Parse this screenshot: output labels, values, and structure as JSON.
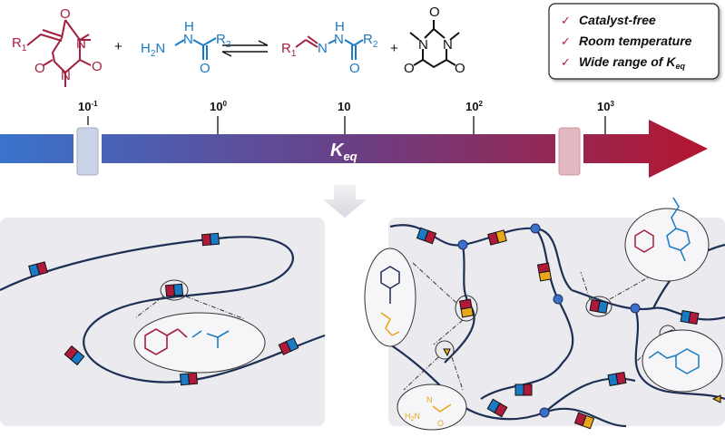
{
  "reaction": {
    "reactant1": {
      "r": "R",
      "r_sub": "1",
      "n1": "N",
      "n2": "N",
      "o1": "O",
      "o2": "O",
      "o3": "O"
    },
    "plus1": "+",
    "reactant2": {
      "h2n": "H",
      "h2n_sub": "2",
      "h2n_n": "N",
      "nh_h": "H",
      "nh_n": "N",
      "o": "O",
      "r": "R",
      "r_sub": "2"
    },
    "product1": {
      "r1": "R",
      "r1_sub": "1",
      "n1": "N",
      "n2": "N",
      "h": "H",
      "o": "O",
      "r2": "R",
      "r2_sub": "2"
    },
    "plus2": "+",
    "product2": {
      "n1": "N",
      "n2": "N",
      "o1": "O",
      "o2": "O",
      "o3": "O"
    }
  },
  "legend": {
    "items": [
      {
        "check": "✓",
        "text": "Catalyst-free"
      },
      {
        "check": "✓",
        "text": "Room temperature"
      },
      {
        "check": "✓",
        "text": "Wide range of K",
        "sub": "eq"
      }
    ]
  },
  "scale": {
    "label": "K",
    "label_sub": "eq",
    "ticks": [
      {
        "base": "10",
        "exp": "-1"
      },
      {
        "base": "10",
        "exp": "0"
      },
      {
        "base": "10",
        "exp": ""
      },
      {
        "base": "10",
        "exp": "2"
      },
      {
        "base": "10",
        "exp": "3"
      }
    ]
  },
  "network_labels": {
    "h2n": "H",
    "h2n_sub": "2",
    "n": "N",
    "h": "H",
    "o": "O"
  },
  "colors": {
    "blue": "#3a6fcc",
    "red": "#b01a3a",
    "chem_red": "#a3203f",
    "chem_blue": "#1a7ac4",
    "yellow": "#e8a618",
    "chain": "#1e2f55",
    "panel": "#ebebef"
  }
}
